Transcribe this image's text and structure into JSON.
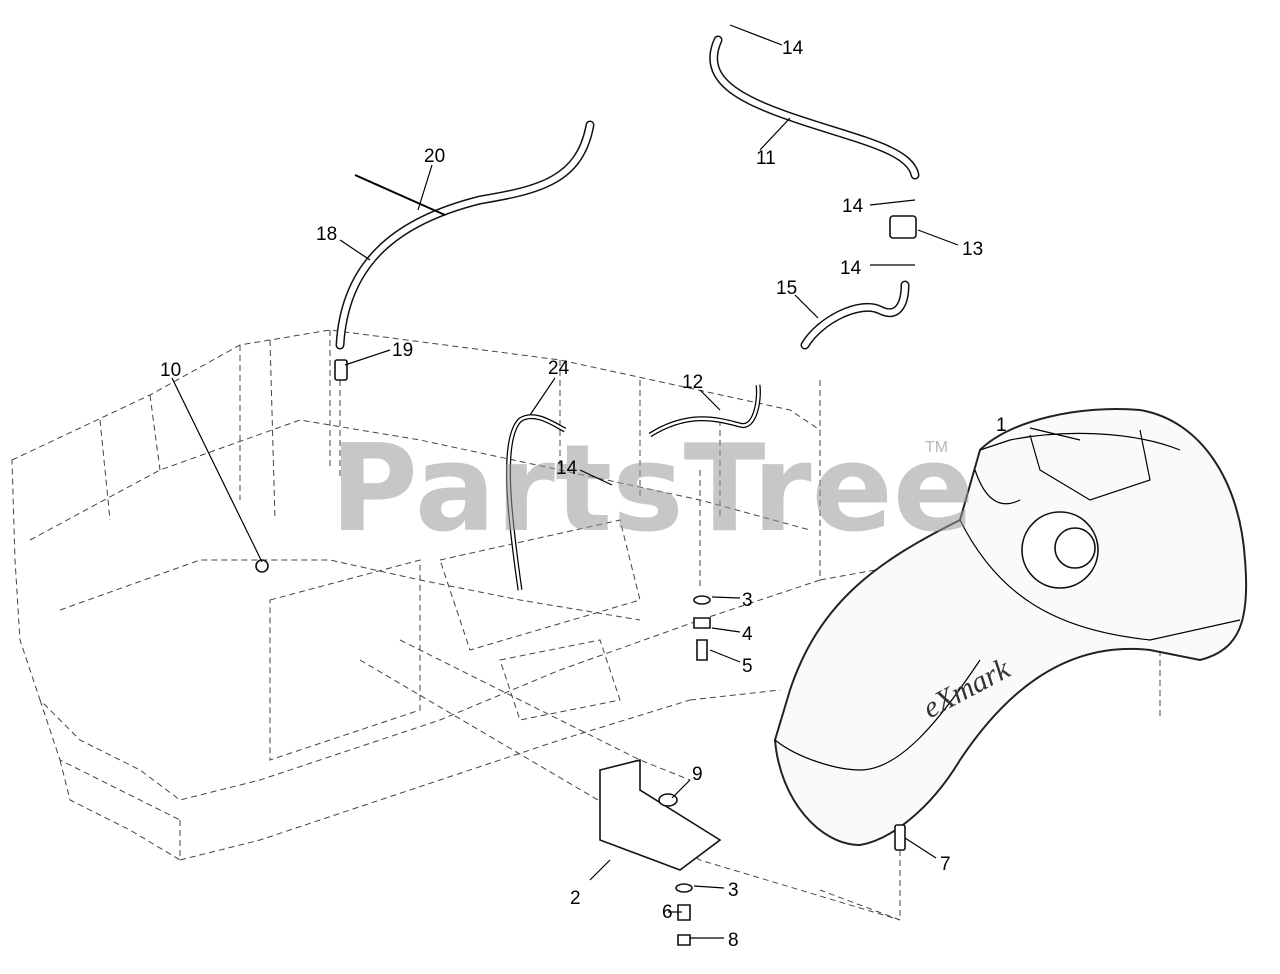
{
  "watermark": {
    "text": "PartsTree",
    "trademark": "TM"
  },
  "tank_brand": "eXmark",
  "callouts": {
    "c1": "1",
    "c2": "2",
    "c3a": "3",
    "c3b": "3",
    "c4": "4",
    "c5": "5",
    "c6": "6",
    "c7": "7",
    "c8": "8",
    "c9": "9",
    "c10": "10",
    "c11": "11",
    "c12": "12",
    "c13": "13",
    "c14a": "14",
    "c14b": "14",
    "c14c": "14",
    "c14d": "14",
    "c15": "15",
    "c18": "18",
    "c19": "19",
    "c20": "20",
    "c24": "24"
  }
}
